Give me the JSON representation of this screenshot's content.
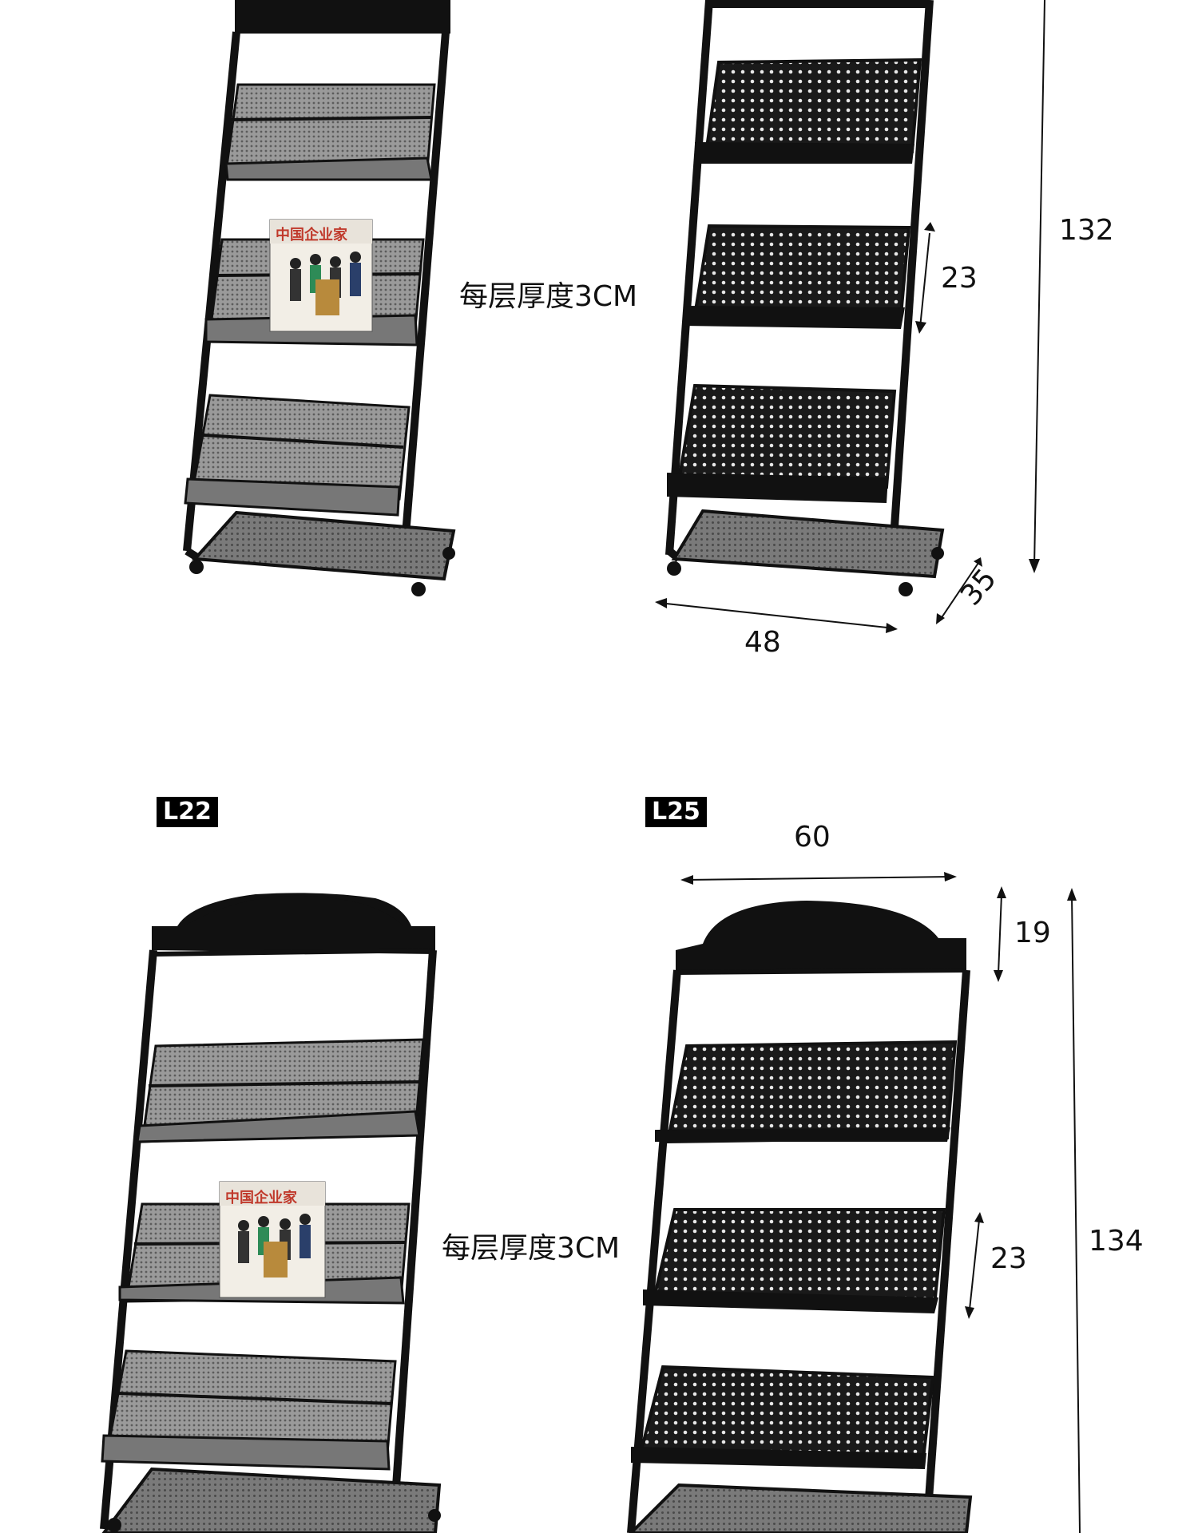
{
  "top_section": {
    "thickness_note": "每层厚度3CM",
    "dimensions": {
      "height": "132",
      "tier_spacing": "23",
      "width": "48",
      "depth": "35"
    }
  },
  "bottom_section": {
    "models": {
      "left": "L22",
      "right": "L25"
    },
    "thickness_note": "每层厚度3CM",
    "dimensions": {
      "width": "60",
      "header_height": "19",
      "tier_spacing": "23",
      "height": "134"
    }
  },
  "magazine_cover": {
    "title": "中国企业家"
  },
  "colors": {
    "frame": "#111111",
    "mesh": "#8a8a8a",
    "perforated": "#1a1a1a",
    "background": "#ffffff"
  }
}
